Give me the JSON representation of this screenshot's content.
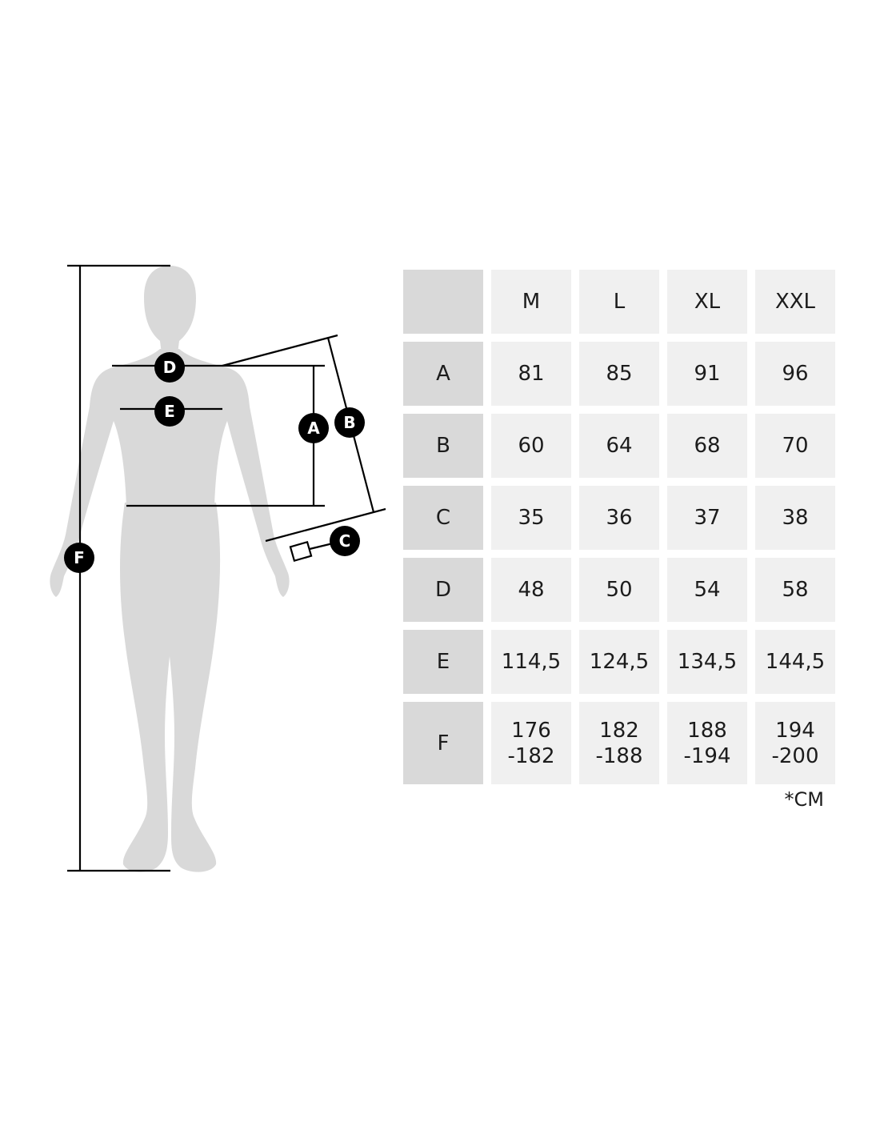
{
  "chart_data": {
    "type": "table",
    "columns": [
      "M",
      "L",
      "XL",
      "XXL"
    ],
    "rows": [
      {
        "label": "A",
        "values": [
          "81",
          "85",
          "91",
          "96"
        ]
      },
      {
        "label": "B",
        "values": [
          "60",
          "64",
          "68",
          "70"
        ]
      },
      {
        "label": "C",
        "values": [
          "35",
          "36",
          "37",
          "38"
        ]
      },
      {
        "label": "D",
        "values": [
          "48",
          "50",
          "54",
          "58"
        ]
      },
      {
        "label": "E",
        "values": [
          "114,5",
          "124,5",
          "134,5",
          "144,5"
        ]
      },
      {
        "label": "F",
        "values": [
          [
            "176",
            "-182"
          ],
          [
            "182",
            "-188"
          ],
          [
            "188",
            "-194"
          ],
          [
            "194",
            "-200"
          ]
        ]
      }
    ],
    "unit_note": "*CM"
  },
  "diagram": {
    "markers": {
      "a": "A",
      "b": "B",
      "c": "C",
      "d": "D",
      "e": "E",
      "f": "F"
    },
    "colors": {
      "silhouette": "#d9d9d9",
      "lines": "#000000",
      "marker_fill": "#000000",
      "marker_text": "#ffffff",
      "header_cell": "#d9d9d9",
      "value_cell": "#f0f0f0"
    }
  }
}
